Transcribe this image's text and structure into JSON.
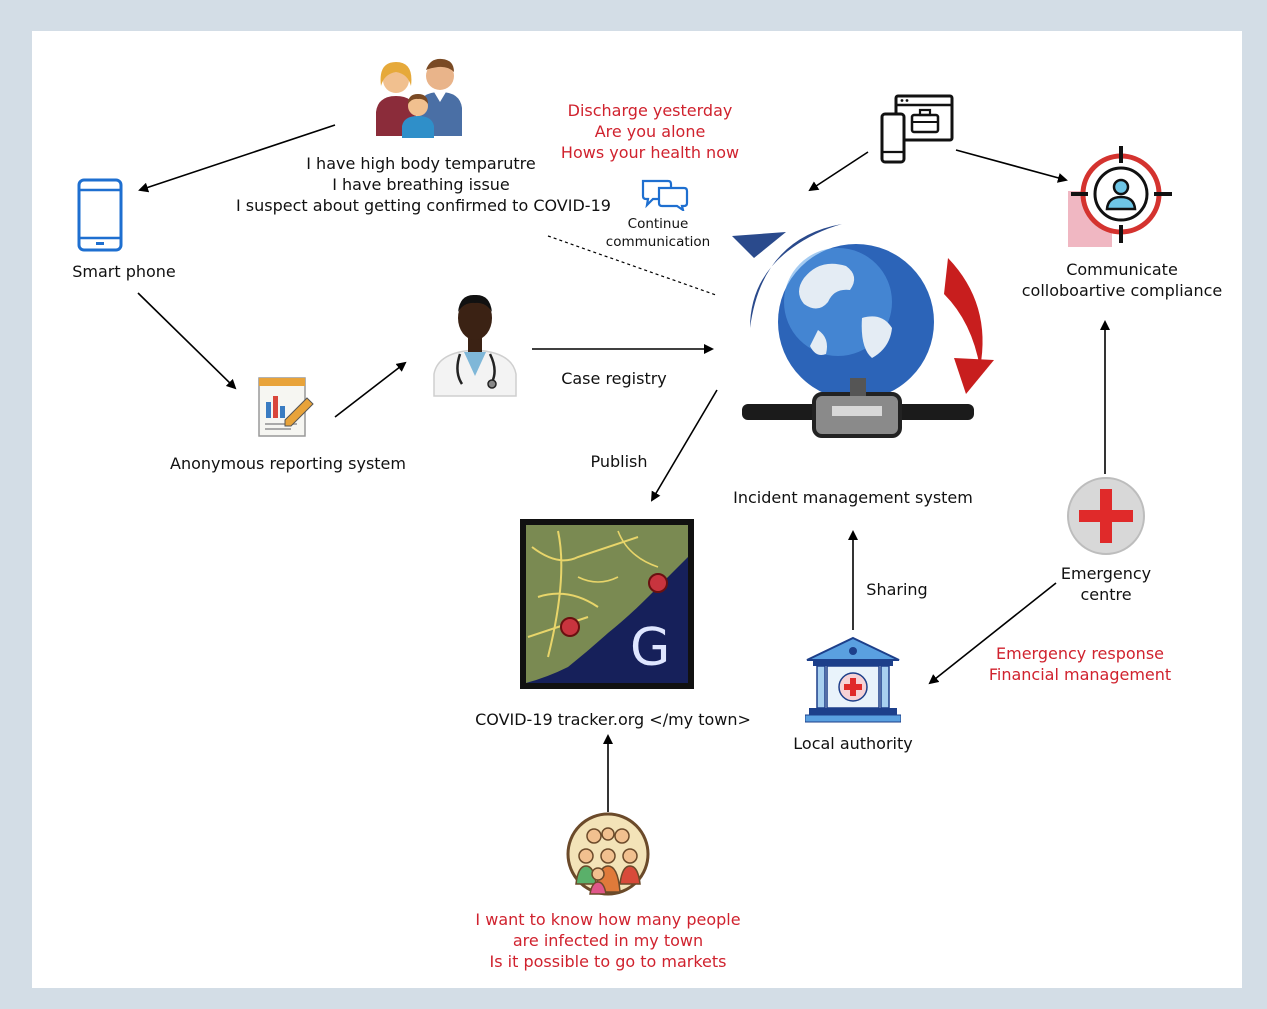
{
  "family": {
    "lines": [
      "I have high body temparutre",
      "I have breathing issue",
      "I suspect about getting confirmed to COVID-19"
    ]
  },
  "smart_phone": {
    "label": "Smart phone"
  },
  "doctor_questions": {
    "lines": [
      "Discharge yesterday",
      "Are you alone",
      "Hows your health now"
    ]
  },
  "continue_communication": {
    "lines": [
      "Continue",
      "communication"
    ]
  },
  "anonymous_reporting": {
    "label": "Anonymous reporting system"
  },
  "case_registry": {
    "label": "Case registry"
  },
  "incident_management": {
    "label": "Incident management system"
  },
  "publish": {
    "label": "Publish"
  },
  "compliance": {
    "lines": [
      "Communicate",
      "colloboartive compliance"
    ]
  },
  "emergency_centre": {
    "lines": [
      "Emergency",
      "centre"
    ]
  },
  "emergency_tasks": {
    "lines": [
      "Emergency response",
      "Financial management"
    ]
  },
  "sharing": {
    "label": "Sharing"
  },
  "local_authority": {
    "label": "Local authority"
  },
  "tracker": {
    "label": "COVID-19 tracker.org </my town>",
    "logo_letter": "G"
  },
  "citizens": {
    "lines": [
      "I want to know how many people",
      "are infected in my town",
      "Is it possible to go to markets"
    ]
  },
  "colors": {
    "frame": "#d3dde6",
    "red_text": "#d0222e",
    "phone_blue": "#1e6fd0",
    "emergency_red": "#e02a2a"
  }
}
